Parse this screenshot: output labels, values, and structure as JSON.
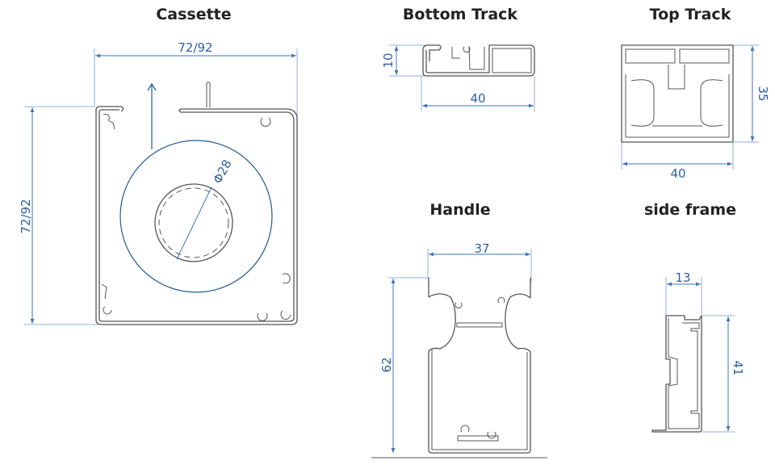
{
  "sections": {
    "cassette": {
      "title": "Cassette",
      "width_label": "72/92",
      "height_label": "72/92",
      "tube_label": "Φ28"
    },
    "bottom_track": {
      "title": "Bottom Track",
      "height_label": "10",
      "width_label": "40"
    },
    "top_track": {
      "title": "Top Track",
      "height_label": "35",
      "width_label": "40"
    },
    "handle": {
      "title": "Handle",
      "width_label": "37",
      "height_label": "62"
    },
    "side_frame": {
      "title": "side frame",
      "width_label": "13",
      "height_label": "41"
    }
  },
  "colors": {
    "dimension": "#2f5fa8",
    "profile": "#555555",
    "roll": "#1f5a96"
  }
}
